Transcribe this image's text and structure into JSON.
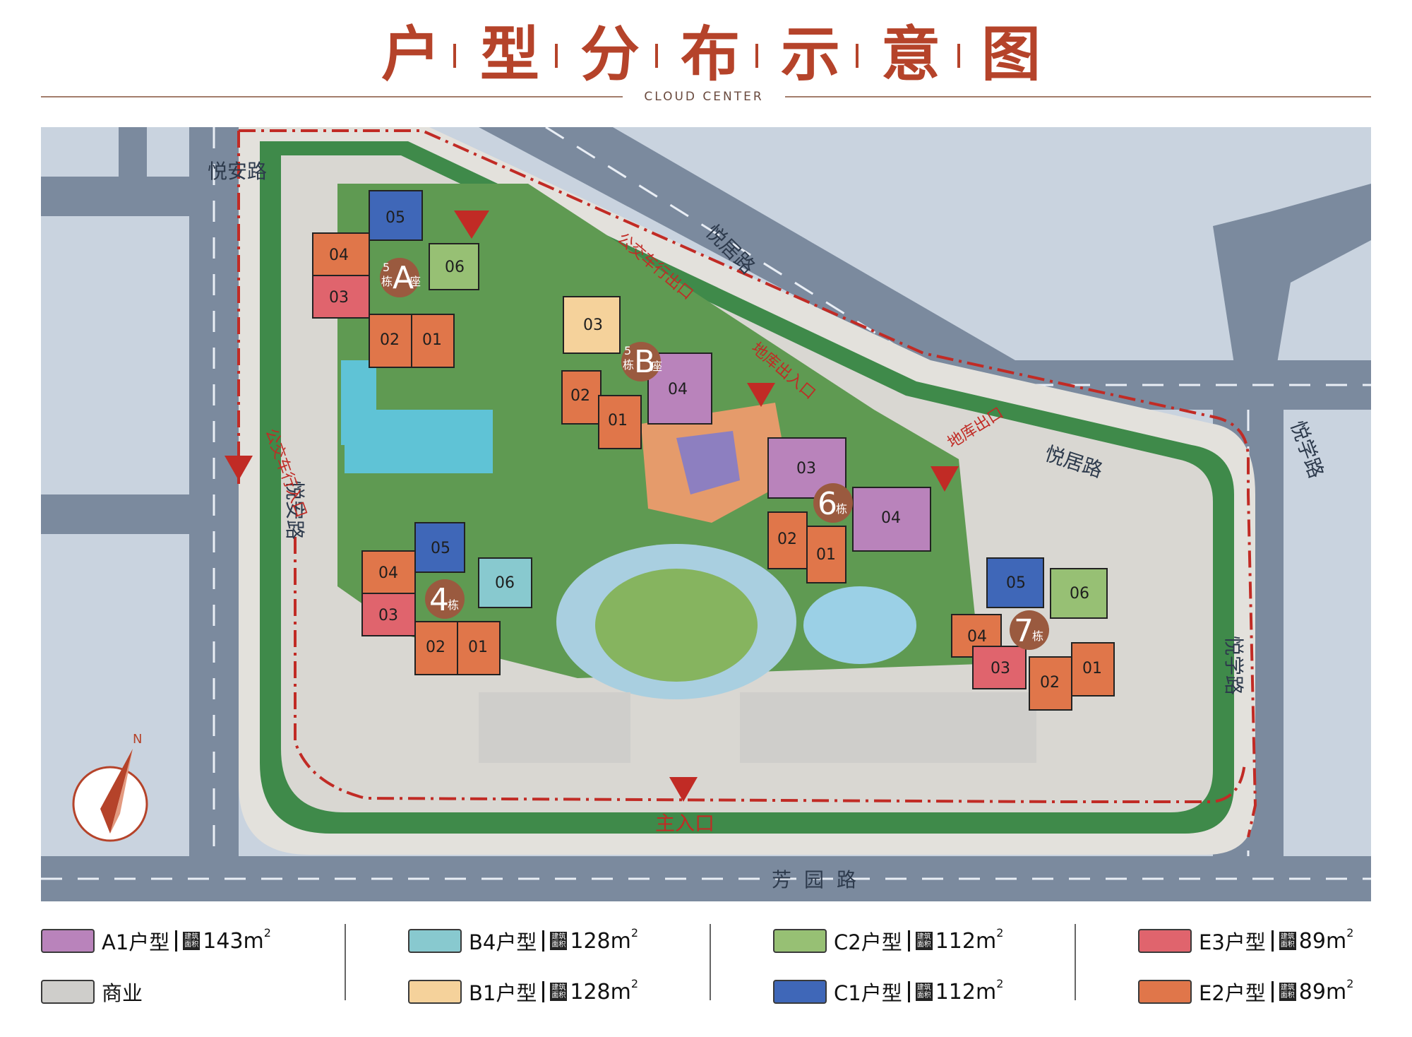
{
  "header": {
    "title_chars": [
      "户",
      "型",
      "分",
      "布",
      "示",
      "意",
      "图"
    ],
    "subtitle": "CLOUD CENTER"
  },
  "colors": {
    "A1": "#b983bb",
    "B4": "#88c9cf",
    "B1": "#f5d29b",
    "C2": "#97c074",
    "C1": "#3f67b8",
    "E3": "#e0646d",
    "E2": "#e0764a",
    "commercial": "#cfcecb",
    "title": "#b5432a",
    "redline": "#c12b25"
  },
  "roads": {
    "yuean_top": "悦安路",
    "yuean_bottom": "悦安路",
    "yueju_top": "悦居路",
    "yueju_right": "悦居路",
    "yuexue_top": "悦学路",
    "yuexue_bottom": "悦学路",
    "fangyuan": "芳园路"
  },
  "entrances": {
    "bus_exit": "公交车行出口",
    "bus_entry": "公交车行入口",
    "garage_entry_exit": "地库出入口",
    "garage_exit": "地库出口",
    "main_entry": "主入口"
  },
  "buildings": {
    "b5a": {
      "num": "5",
      "dong": "栋",
      "letter": "A",
      "zuo": "座"
    },
    "b5b": {
      "num": "5",
      "dong": "栋",
      "letter": "B",
      "zuo": "座"
    },
    "b6": {
      "num": "6",
      "dong": "栋"
    },
    "b4": {
      "num": "4",
      "dong": "栋"
    },
    "b7": {
      "num": "7",
      "dong": "栋"
    }
  },
  "units": {
    "u01": "01",
    "u02": "02",
    "u03": "03",
    "u04": "04",
    "u05": "05",
    "u06": "06"
  },
  "compass": {
    "label": "N"
  },
  "legend": {
    "tag_line1": "建筑",
    "tag_line2": "面积",
    "sq": "2",
    "items": [
      {
        "name": "A1户型",
        "area": "143m"
      },
      {
        "name": "B4户型",
        "area": "128m"
      },
      {
        "name": "C2户型",
        "area": "112m"
      },
      {
        "name": "E3户型",
        "area": "89m"
      },
      {
        "name": "商业",
        "area": ""
      },
      {
        "name": "B1户型",
        "area": "128m"
      },
      {
        "name": "C1户型",
        "area": "112m"
      },
      {
        "name": "E2户型",
        "area": "89m"
      }
    ]
  }
}
